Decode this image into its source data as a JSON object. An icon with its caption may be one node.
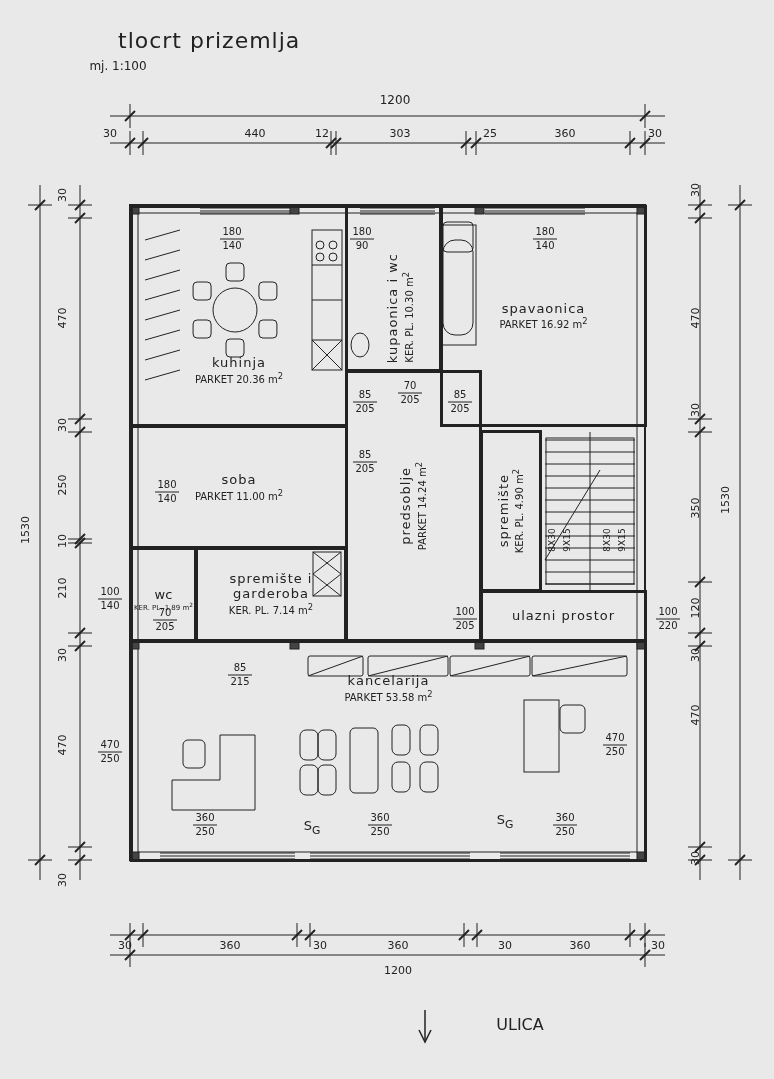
{
  "diagram": {
    "title": "tlocrt prizemlja",
    "nodes": [
      {
        "text": [
          "kuhinja",
          "PARKET 20.36 m$^{2}$"
        ]
      },
      {
        "text": [
          "kupaonica i wc",
          "KER. PL. 10.30 m$^{2}$"
        ]
      },
      {
        "text": [
          "spavaonica",
          "PARKET 16.92 m$^{2}$"
        ]
      },
      {
        "text": [
          "soba",
          "PARKET 11.00 m$^{2}$"
        ]
      },
      {
        "text": [
          "wc",
          "KER. PL. 1.89 m$^{2}$"
        ]
      },
      {
        "text": [
          "spremište i garderoba",
          "KER. PL. 7.14 m$^{2}$"
        ]
      },
      {
        "text": [
          "predsoblje",
          "PARKET 14.24 m$^{2}$"
        ]
      },
      {
        "text": [
          "spremište",
          "KER. PL. 4.90 m$^{2}$"
        ]
      },
      {
        "text": [
          "ulazni prostor"
        ]
      },
      {
        "text": [
          "kancelarija",
          "PARKET 53.58 m$^{2}$"
        ]
      }
    ],
    "labels": [
      "mj. 1:100",
      "1200",
      "30",
      "440",
      "12",
      "303",
      "25",
      "360",
      "30",
      "30",
      "470",
      "30",
      "250",
      "10",
      "210",
      "30",
      "470",
      "30",
      "1530",
      "30",
      "470",
      "30",
      "350",
      "120",
      "30",
      "470",
      "30",
      "1530",
      "30",
      "360",
      "30",
      "360",
      "30",
      "360",
      "30",
      "1200",
      "180",
      "140",
      "180",
      "90",
      "180",
      "140",
      "70",
      "205",
      "85",
      "205",
      "85",
      "205",
      "85",
      "205",
      "180",
      "140",
      "100",
      "140",
      "70",
      "205",
      "85",
      "215",
      "100",
      "205",
      "100",
      "220",
      "470",
      "250",
      "470",
      "250",
      "360",
      "250",
      "360",
      "250",
      "360",
      "250",
      "S$_{G}$",
      "S$_{G}$",
      "8X30",
      "9X15",
      "8X30",
      "9X15",
      "ULICA"
    ]
  }
}
